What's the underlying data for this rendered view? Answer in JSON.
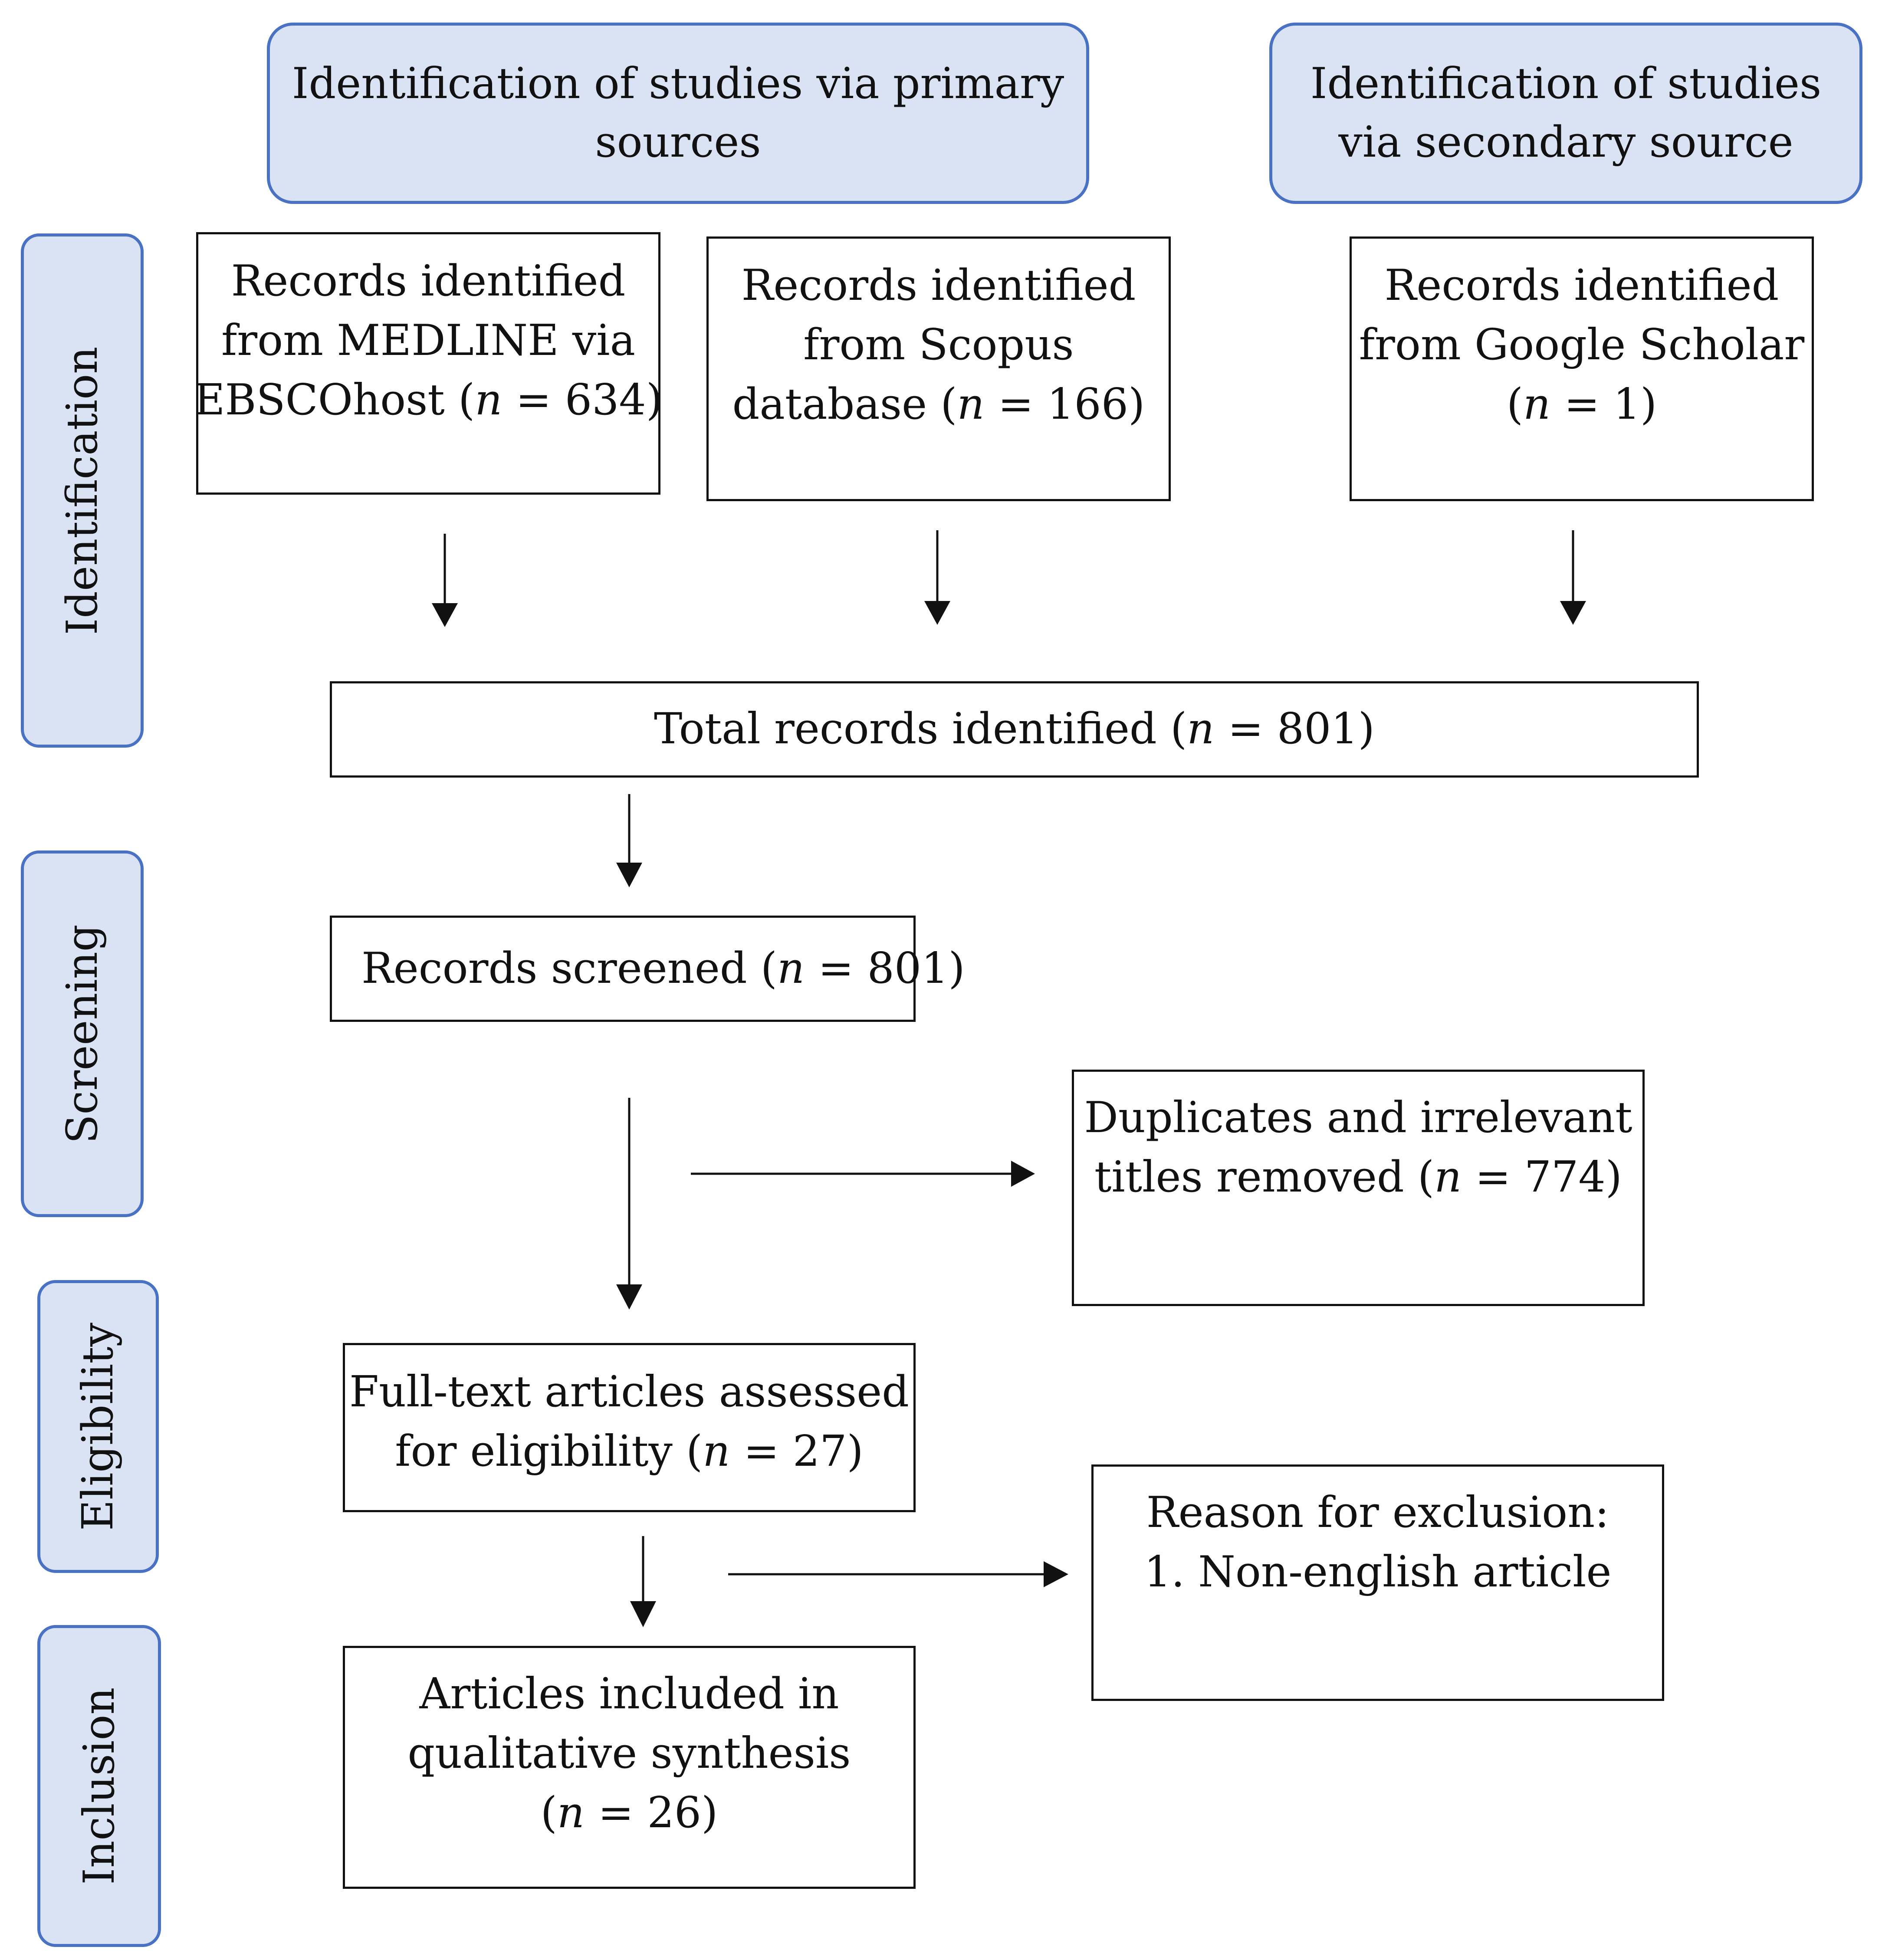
{
  "headers": {
    "primary": [
      "Identification of studies via primary",
      "sources"
    ],
    "secondary": [
      "Identification of studies",
      "via secondary source"
    ]
  },
  "stages": {
    "identification": "Identification",
    "screening": "Screening",
    "eligibility": "Eligibility",
    "inclusion": "Inclusion"
  },
  "boxes": {
    "medline": {
      "line1": "Records identified",
      "line2": "from MEDLINE via",
      "line3_pre": "EBSCOhost (",
      "n_symbol": "n",
      "line3_post": " = 634)"
    },
    "scopus": {
      "line1": "Records identified",
      "line2": "from Scopus",
      "line3_pre": "database (",
      "n_symbol": "n",
      "line3_post": " = 166)"
    },
    "scholar": {
      "line1": "Records identified",
      "line2": "from Google Scholar",
      "line3_pre": "(",
      "n_symbol": "n",
      "line3_post": " = 1)"
    },
    "total": {
      "pre": "Total records identified (",
      "n_symbol": "n",
      "post": " = 801)"
    },
    "screened": {
      "pre": "Records screened (",
      "n_symbol": "n",
      "post": " = 801)"
    },
    "duplicates": {
      "line1": "Duplicates and irrelevant",
      "line2_pre": "titles removed (",
      "n_symbol": "n",
      "line2_post": " = 774)"
    },
    "fulltext": {
      "line1": "Full-text articles assessed",
      "line2_pre": "for eligibility (",
      "n_symbol": "n",
      "line2_post": " = 27)"
    },
    "exclusion": {
      "line1": "Reason for exclusion:",
      "line2": "1. Non-english article"
    },
    "included": {
      "line1": "Articles included in",
      "line2": "qualitative synthesis",
      "line3_pre": "(",
      "n_symbol": "n",
      "line3_post": " = 26)"
    }
  }
}
